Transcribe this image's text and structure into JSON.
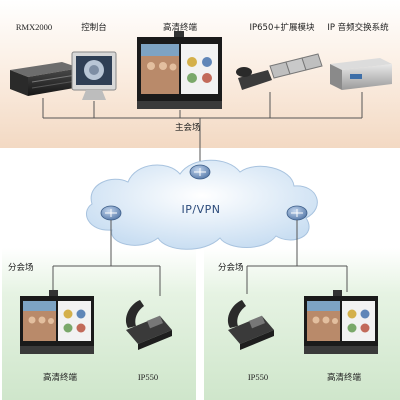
{
  "main_site": {
    "label": "主会场",
    "devices": [
      {
        "label": "RMX2000"
      },
      {
        "label": "控制台"
      },
      {
        "label": "高清终端"
      },
      {
        "label": "IP650+扩展模块"
      },
      {
        "label": "IP 音频交换系统"
      }
    ]
  },
  "network": {
    "label": "IP/VPN"
  },
  "branch_left": {
    "label": "分会场",
    "devices": [
      {
        "label": "高清终端"
      },
      {
        "label": "IP550"
      }
    ]
  },
  "branch_right": {
    "label": "分会场",
    "devices": [
      {
        "label": "IP550"
      },
      {
        "label": "高清终端"
      }
    ]
  },
  "colors": {
    "main_bg": "#f6e2d0",
    "branch_bg": "#d9ecd6",
    "cloud": "#dcebf8",
    "router": "#6a8fb8"
  }
}
